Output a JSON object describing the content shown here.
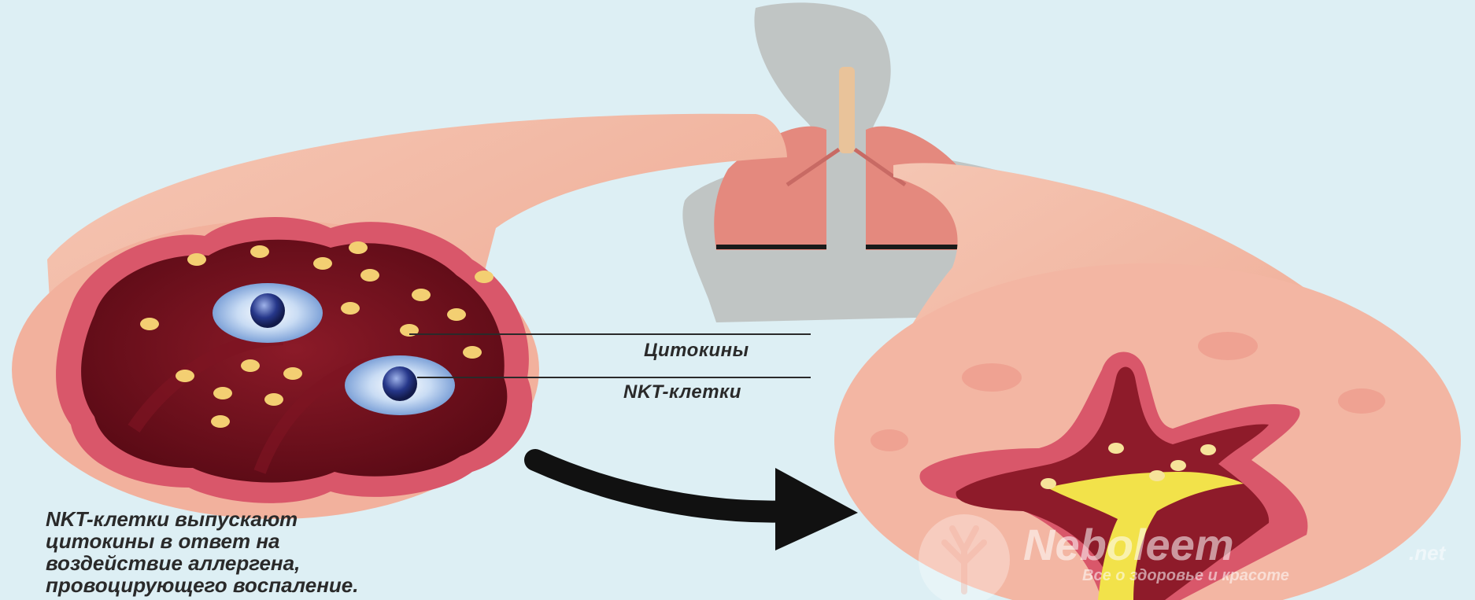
{
  "labels": {
    "cytokines": "Цитокины",
    "nkt_cells": "NKT-клетки"
  },
  "caption_lines": [
    "NKT-клетки выпускают",
    "цитокины в ответ на",
    "воздействие аллергена,",
    "провоцирующего воспаление."
  ],
  "watermark": {
    "brand": "Neboleem",
    "domain": ".net",
    "tagline": "Все о здоровье и красоте"
  },
  "colors": {
    "background": "#ddeff4",
    "silhouette": "#b9bdbd",
    "lung": "#e48c80",
    "airway_outer": "#f1b29e",
    "airway_wall": "#d9576a",
    "lumen": "#6e0f1c",
    "cytokine": "#f3cf72",
    "nkt_cell": "#3e5bb4",
    "mucus": "#f2e24a"
  }
}
